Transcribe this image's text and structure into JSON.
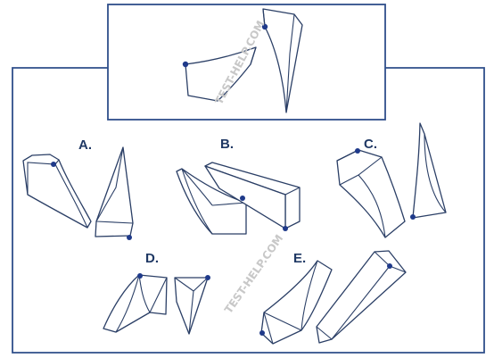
{
  "question": {
    "watermark": "TEST-HELP.COM"
  },
  "options": {
    "a": {
      "label": "A."
    },
    "b": {
      "label": "B."
    },
    "c": {
      "label": "C."
    },
    "d": {
      "label": "D."
    },
    "e": {
      "label": "E."
    }
  },
  "colors": {
    "frame": "#2f4f8a",
    "outline": "#2b3f66",
    "dot": "#1f3a8a",
    "label": "#1f3864",
    "watermark": "#c8c8c8"
  }
}
